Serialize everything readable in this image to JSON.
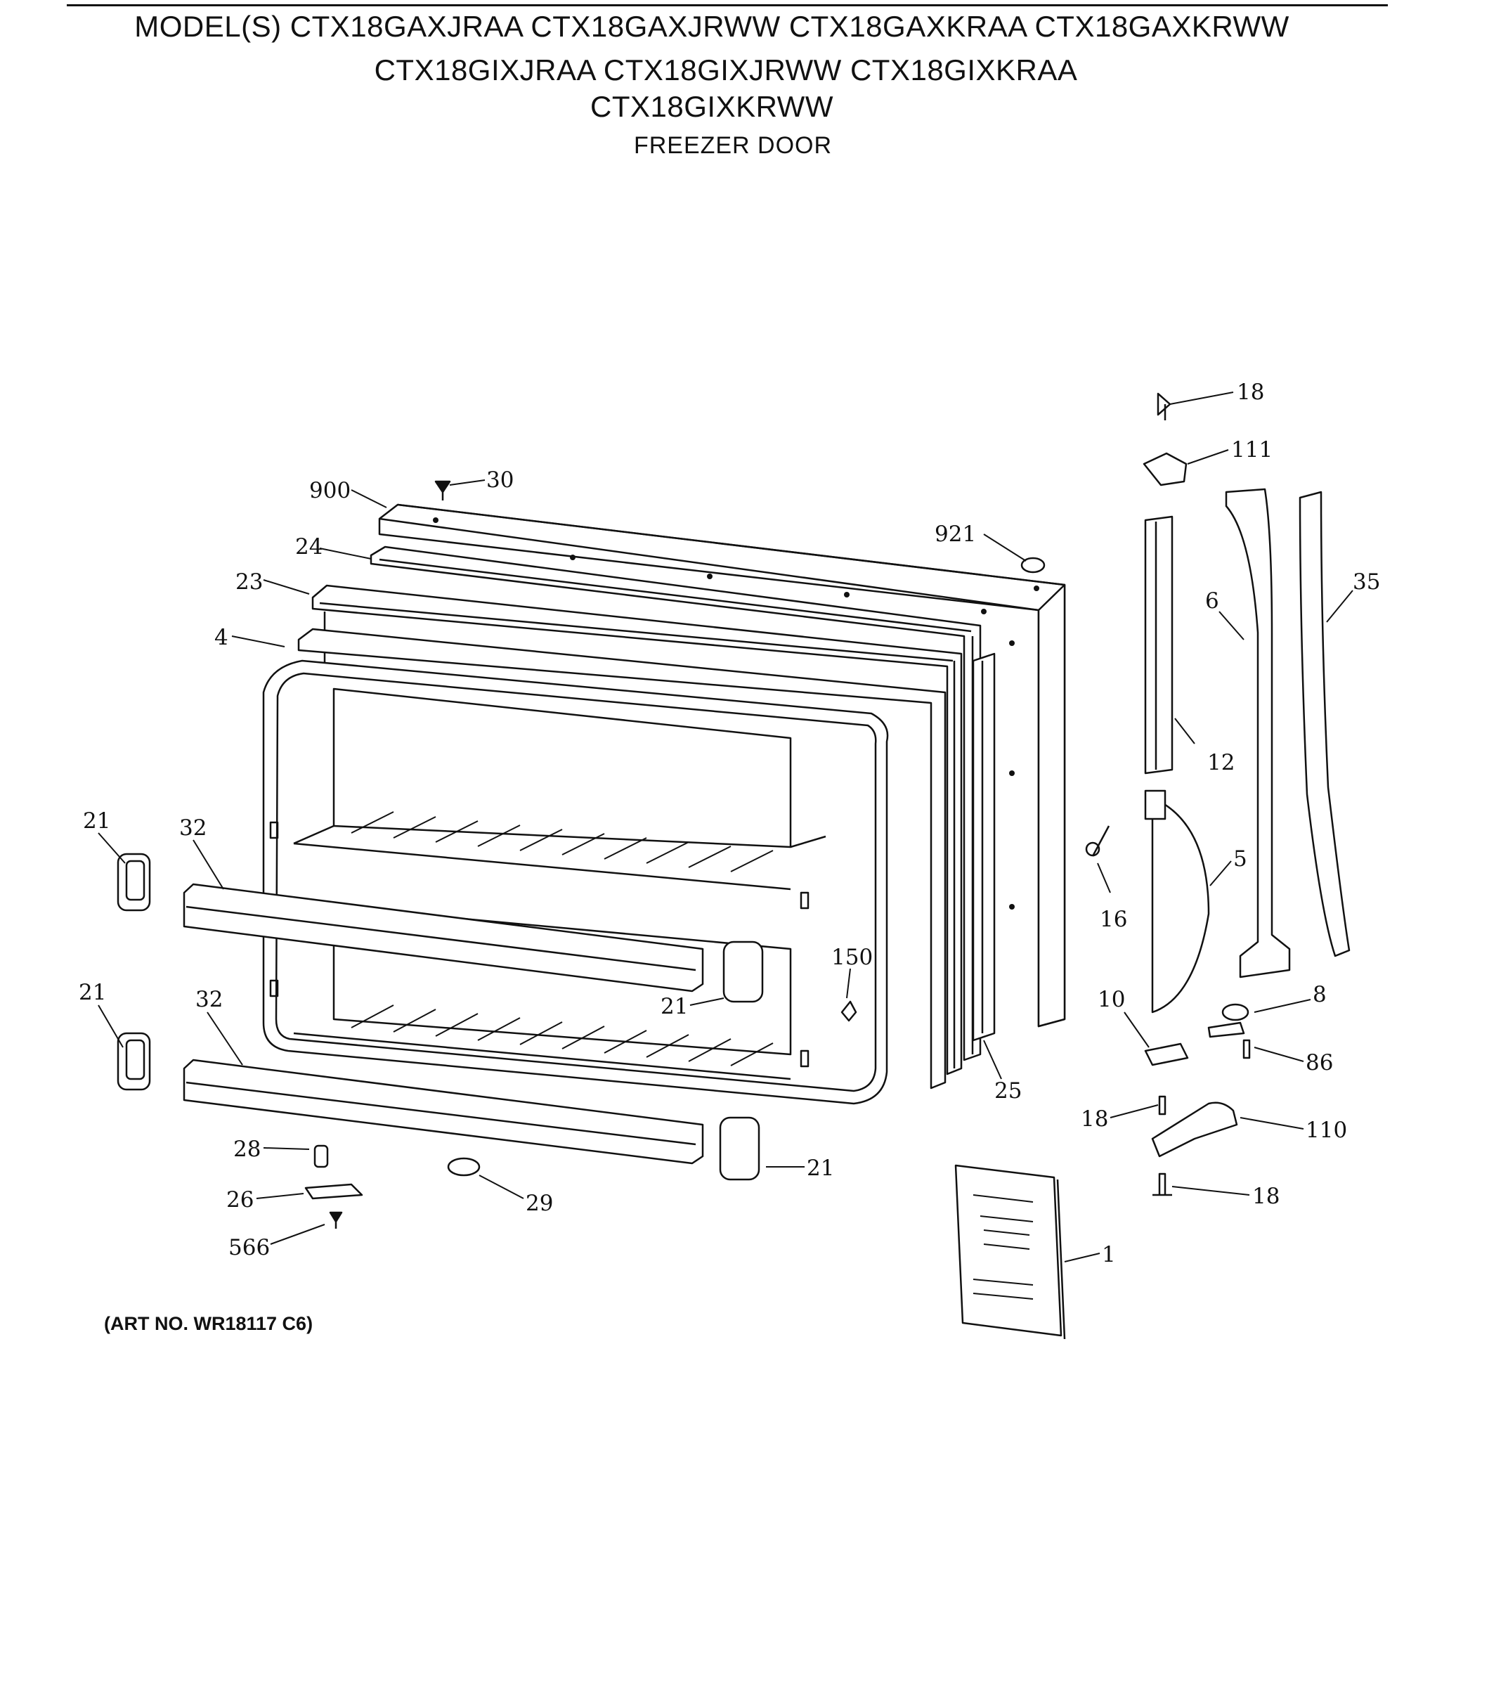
{
  "header": {
    "models_line1": "MODEL(S) CTX18GAXJRAA  CTX18GAXJRWW  CTX18GAXKRAA  CTX18GAXKRWW",
    "models_line2": "CTX18GIXJRAA  CTX18GIXJRWW  CTX18GIXKRAA",
    "models_line3": "CTX18GIXKRWW",
    "section_title": "FREEZER DOOR"
  },
  "footer": {
    "art_number": "(ART NO. WR18117 C6)"
  },
  "callouts": [
    {
      "id": "c-18a",
      "label": "18",
      "part": "screw"
    },
    {
      "id": "c-111",
      "label": "111",
      "part": "top-hinge-cap"
    },
    {
      "id": "c-30",
      "label": "30",
      "part": "screw"
    },
    {
      "id": "c-900",
      "label": "900",
      "part": "door-outer-panel"
    },
    {
      "id": "c-921",
      "label": "921",
      "part": "plug"
    },
    {
      "id": "c-24",
      "label": "24",
      "part": "gasket"
    },
    {
      "id": "c-23",
      "label": "23",
      "part": "breaker-strip"
    },
    {
      "id": "c-4",
      "label": "4",
      "part": "door-liner-frame"
    },
    {
      "id": "c-6",
      "label": "6",
      "part": "handle-bracket"
    },
    {
      "id": "c-35",
      "label": "35",
      "part": "door-handle"
    },
    {
      "id": "c-12",
      "label": "12",
      "part": "hinge-strip"
    },
    {
      "id": "c-21a",
      "label": "21",
      "part": "shelf-end-cap"
    },
    {
      "id": "c-32a",
      "label": "32",
      "part": "shelf-bar"
    },
    {
      "id": "c-16",
      "label": "16",
      "part": "screw"
    },
    {
      "id": "c-5",
      "label": "5",
      "part": "handle-trim"
    },
    {
      "id": "c-150",
      "label": "150",
      "part": "door-stop"
    },
    {
      "id": "c-21b",
      "label": "21",
      "part": "shelf-end-cap"
    },
    {
      "id": "c-21c",
      "label": "21",
      "part": "shelf-end-cap"
    },
    {
      "id": "c-32b",
      "label": "32",
      "part": "shelf-bar"
    },
    {
      "id": "c-10",
      "label": "10",
      "part": "bottom-bracket"
    },
    {
      "id": "c-8",
      "label": "8",
      "part": "washer"
    },
    {
      "id": "c-86",
      "label": "86",
      "part": "screw"
    },
    {
      "id": "c-25",
      "label": "25",
      "part": "side-gasket"
    },
    {
      "id": "c-18b",
      "label": "18",
      "part": "screw"
    },
    {
      "id": "c-110",
      "label": "110",
      "part": "bottom-hinge"
    },
    {
      "id": "c-28",
      "label": "28",
      "part": "screw"
    },
    {
      "id": "c-21d",
      "label": "21",
      "part": "shelf-end-cap"
    },
    {
      "id": "c-26",
      "label": "26",
      "part": "hinge-plate"
    },
    {
      "id": "c-29",
      "label": "29",
      "part": "button-plug"
    },
    {
      "id": "c-18c",
      "label": "18",
      "part": "screw"
    },
    {
      "id": "c-566",
      "label": "566",
      "part": "screw"
    },
    {
      "id": "c-1",
      "label": "1",
      "part": "owners-manual"
    }
  ]
}
